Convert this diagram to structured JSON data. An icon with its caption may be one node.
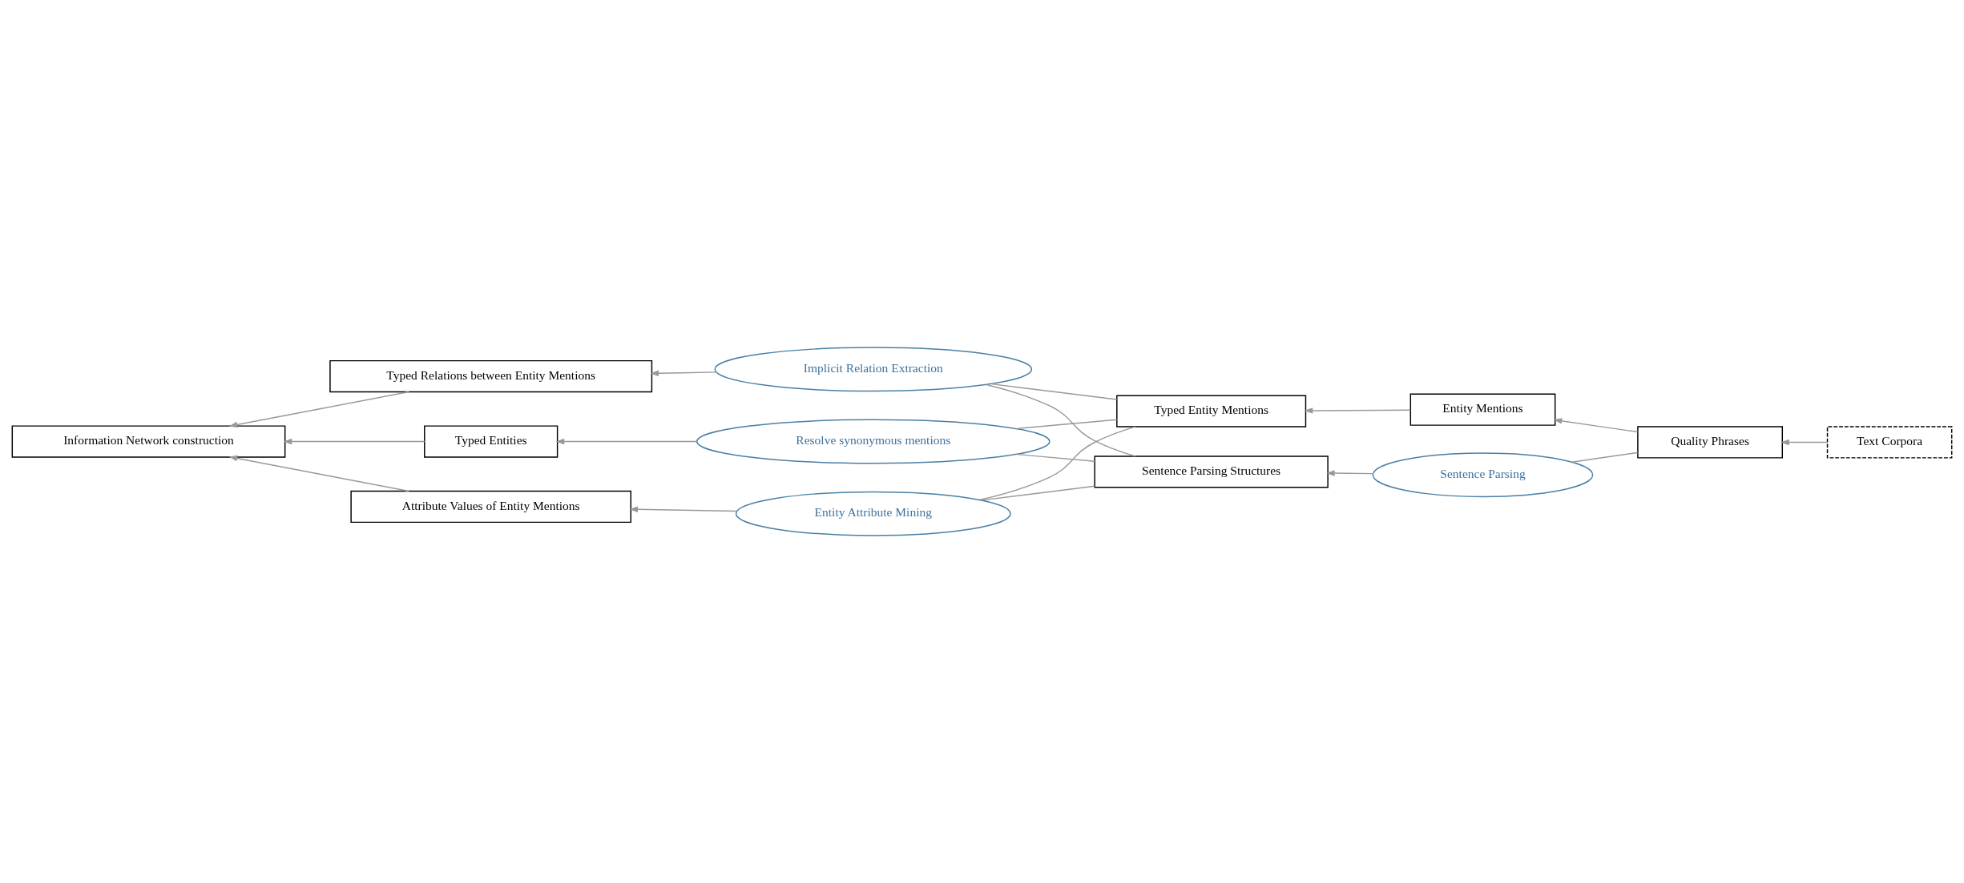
{
  "diagram": {
    "nodes": [
      {
        "text": [
          "Text Corpora"
        ]
      },
      {
        "text": [
          "Quality Phrases"
        ]
      },
      {
        "text": [
          "Entity Mentions"
        ]
      },
      {
        "text": [
          "Typed Entity Mentions"
        ]
      },
      {
        "text": [
          "Typed Relations between Entity Mentions"
        ]
      },
      {
        "text": [
          "Implicit Relation Extraction"
        ]
      },
      {
        "text": [
          "Information Network construction"
        ]
      },
      {
        "text": [
          "Sentence Parsing"
        ]
      },
      {
        "text": [
          "Typed Entities"
        ]
      },
      {
        "text": [
          "Resolve synonymous mentions"
        ]
      },
      {
        "text": [
          "Sentence Parsing Structures"
        ]
      },
      {
        "text": [
          "Attribute Values of Entity Mentions"
        ]
      },
      {
        "text": [
          "Entity Attribute Mining"
        ]
      }
    ],
    "edges": [
      {
        "from": 0,
        "to": 1,
        "arrow": "to"
      },
      {
        "from": 1,
        "to": 2,
        "arrow": "to"
      },
      {
        "from": 2,
        "to": 3,
        "arrow": "to"
      },
      {
        "from": 1,
        "to": 7,
        "arrow": "none"
      },
      {
        "from": 7,
        "to": 10,
        "arrow": "to"
      },
      {
        "from": 3,
        "to": 5,
        "arrow": "none"
      },
      {
        "from": 3,
        "to": 9,
        "arrow": "none"
      },
      {
        "from": 3,
        "to": 12,
        "arrow": "none"
      },
      {
        "from": 10,
        "to": 5,
        "arrow": "none"
      },
      {
        "from": 10,
        "to": 9,
        "arrow": "none"
      },
      {
        "from": 10,
        "to": 12,
        "arrow": "none"
      },
      {
        "from": 5,
        "to": 4,
        "arrow": "to"
      },
      {
        "from": 9,
        "to": 8,
        "arrow": "to"
      },
      {
        "from": 12,
        "to": 11,
        "arrow": "to"
      },
      {
        "from": 4,
        "to": 6,
        "arrow": "to"
      },
      {
        "from": 8,
        "to": 6,
        "arrow": "to"
      },
      {
        "from": 11,
        "to": 6,
        "arrow": "to"
      }
    ]
  }
}
